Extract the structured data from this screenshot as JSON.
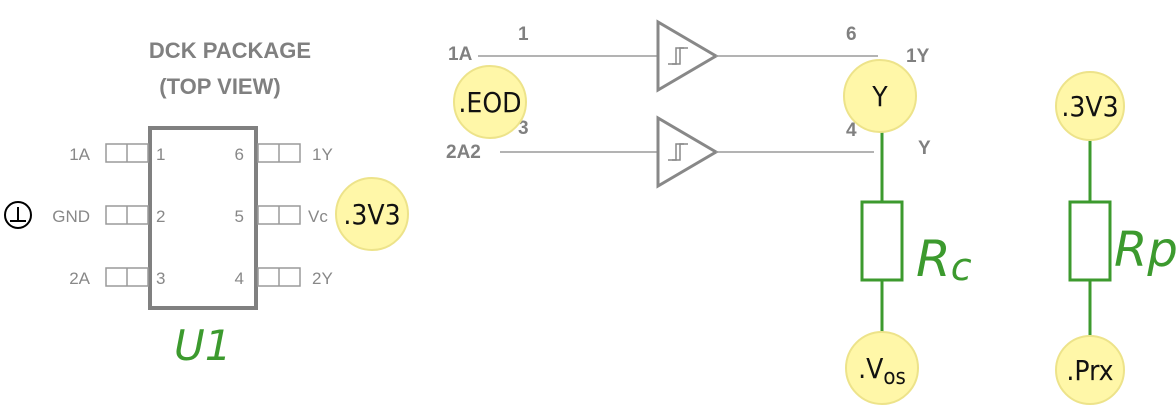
{
  "package": {
    "title_line1": "DCK PACKAGE",
    "title_line2": "(TOP VIEW)",
    "left_pins": [
      {
        "name": "1A",
        "num": "1"
      },
      {
        "name": "GND",
        "num": "2"
      },
      {
        "name": "2A",
        "num": "3"
      }
    ],
    "right_pins": [
      {
        "name": "1Y",
        "num": "6"
      },
      {
        "name": "Vc",
        "num": "5"
      },
      {
        "name": "2Y",
        "num": "4"
      }
    ],
    "designator": "U1",
    "ground_symbol": "⊥"
  },
  "schematic": {
    "buffer1": {
      "in_label": "1A",
      "in_num": "1",
      "out_num": "6",
      "out_label": "1Y"
    },
    "buffer2": {
      "in_label": "2A2",
      "in_num": "3",
      "out_num": "4",
      "out_label": "Y"
    }
  },
  "resistors": {
    "rc_label": "Rc",
    "rp_label": "Rp"
  },
  "net_labels": {
    "eod": ".EOD",
    "y": "Y",
    "v3v3_package": ".3V3",
    "v3v3_right": ".3V3",
    "vos": ".Vos",
    "prx": ".Prx"
  },
  "colors": {
    "bubble_fill": "#fff7a8",
    "bubble_stroke": "#ede38a",
    "wire_green": "#3c9a2e",
    "gray": "#888888"
  }
}
